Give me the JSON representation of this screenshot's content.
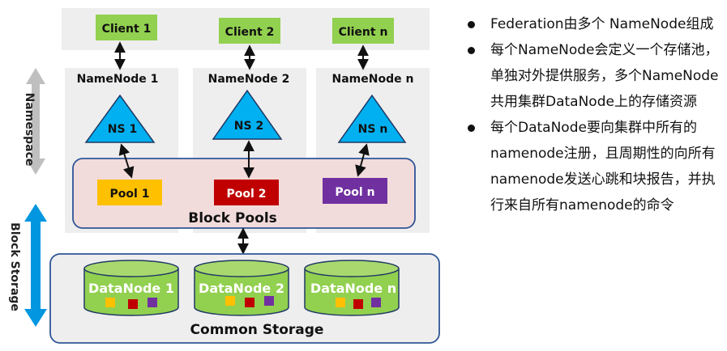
{
  "namespace": {
    "side_label": "Namespace",
    "clients": [
      "Client 1",
      "Client 2",
      "Client n"
    ],
    "namenodes": [
      "NameNode 1",
      "NameNode 2",
      "NameNode n"
    ],
    "ns": [
      "NS 1",
      "NS 2",
      "NS n"
    ]
  },
  "block_pools": {
    "title": "Block Pools",
    "pools": [
      {
        "label": "Pool 1",
        "color": "#FFC000",
        "text_color": "#111111"
      },
      {
        "label": "Pool 2",
        "color": "#C00000",
        "text_color": "#ffffff"
      },
      {
        "label": "Pool n",
        "color": "#7030A0",
        "text_color": "#ffffff"
      }
    ]
  },
  "storage": {
    "side_label": "Block Storage",
    "title": "Common Storage",
    "datanodes": [
      "DataNode 1",
      "DataNode 2",
      "DataNode n"
    ],
    "block_colors": [
      "#FFC000",
      "#C00000",
      "#7030A0"
    ]
  },
  "colors": {
    "client_green": "#92D050",
    "ns_blue": "#00B0F0",
    "storage_arrow": "#0096E0",
    "namespace_arrow": "#BFBFBF"
  },
  "notes": [
    "Federation由多个 NameNode组成",
    "每个NameNode会定义一个存储池，单独对外提供服务，多个NameNode共用集群DataNode上的存储资源",
    "每个DataNode要向集群中所有的namenode注册，且周期性的向所有namenode发送心跳和块报告，并执行来自所有namenode的命令"
  ]
}
